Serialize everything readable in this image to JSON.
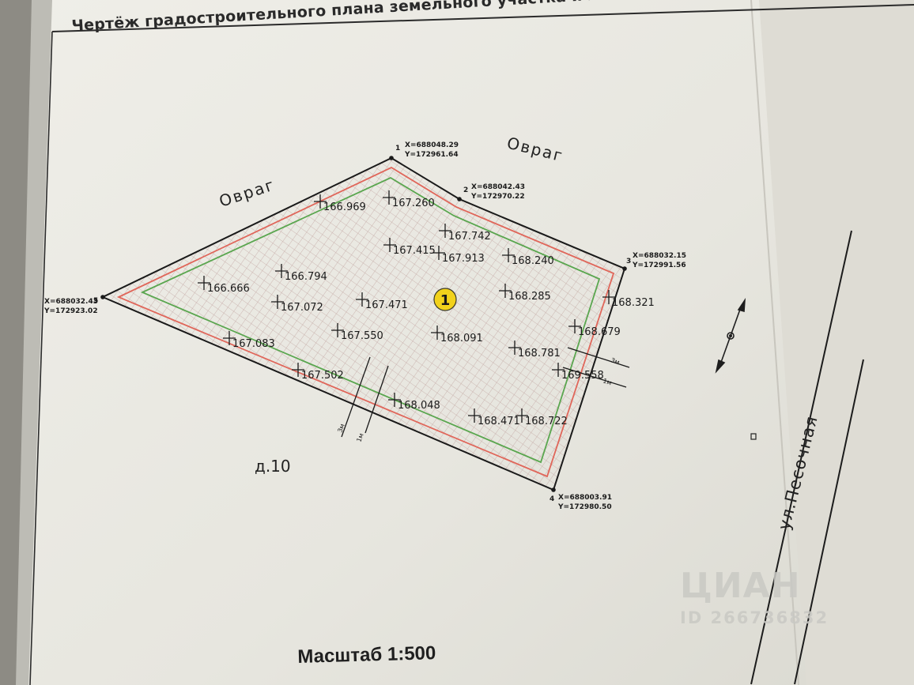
{
  "title": "Чертёж градостроительного плана земельного участка и линий градостроительного регул",
  "scale_label": "Масштаб 1:500",
  "labels": {
    "ravine_left": "Овраг",
    "ravine_right": "Овраг",
    "house": "д.10",
    "street": "ул.Песочная",
    "zone_number": "1",
    "offset_3m_a": "3м",
    "offset_1m_a": "1м",
    "offset_3m_b": "3м",
    "offset_1m_b": "1м"
  },
  "vertices": [
    {
      "id": "1",
      "x": "X=688048.29",
      "y": "Y=172961.64"
    },
    {
      "id": "2",
      "x": "X=688042.43",
      "y": "Y=172970.22"
    },
    {
      "id": "3",
      "x": "X=688032.15",
      "y": "Y=172991.56"
    },
    {
      "id": "4",
      "x": "X=688003.91",
      "y": "Y=172980.50"
    },
    {
      "id": "5",
      "x": "X=688032.43",
      "y": "Y=172923.02"
    }
  ],
  "elevations": [
    "166.969",
    "167.260",
    "167.742",
    "167.415",
    "167.913",
    "168.240",
    "166.666",
    "166.794",
    "167.072",
    "167.471",
    "168.285",
    "168.321",
    "167.550",
    "168.091",
    "168.679",
    "168.781",
    "167.083",
    "167.502",
    "169.558",
    "168.048",
    "168.471",
    "168.722"
  ],
  "watermark": {
    "brand": "ЦИАН",
    "id": "ID 266736832"
  },
  "colors": {
    "paper": "#e9e8e1",
    "boundary": "#1a1a1a",
    "red_line": "#e0665a",
    "green_line": "#5aa64f",
    "zone_circle": "#f2d21b"
  }
}
